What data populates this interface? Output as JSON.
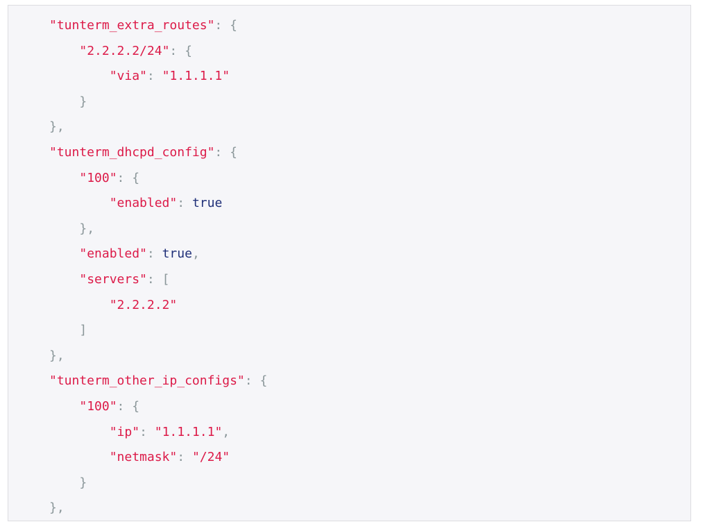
{
  "colors": {
    "key": "#dc1a48",
    "string": "#dc1a48",
    "punctuation": "#8a9699",
    "boolean": "#1f2f78",
    "background": "#f6f6f9"
  },
  "code_lines": [
    {
      "indent": 1,
      "tokens": [
        [
          "key",
          "\"tunterm_extra_routes\""
        ],
        [
          "punc",
          ": {"
        ]
      ]
    },
    {
      "indent": 2,
      "tokens": [
        [
          "key",
          "\"2.2.2.2/24\""
        ],
        [
          "punc",
          ": {"
        ]
      ]
    },
    {
      "indent": 3,
      "tokens": [
        [
          "key",
          "\"via\""
        ],
        [
          "punc",
          ": "
        ],
        [
          "str",
          "\"1.1.1.1\""
        ]
      ]
    },
    {
      "indent": 2,
      "tokens": [
        [
          "punc",
          "}"
        ]
      ]
    },
    {
      "indent": 1,
      "tokens": [
        [
          "punc",
          "},"
        ]
      ]
    },
    {
      "indent": 1,
      "tokens": [
        [
          "key",
          "\"tunterm_dhcpd_config\""
        ],
        [
          "punc",
          ": {"
        ]
      ]
    },
    {
      "indent": 2,
      "tokens": [
        [
          "key",
          "\"100\""
        ],
        [
          "punc",
          ": {"
        ]
      ]
    },
    {
      "indent": 3,
      "tokens": [
        [
          "key",
          "\"enabled\""
        ],
        [
          "punc",
          ": "
        ],
        [
          "bool",
          "true"
        ]
      ]
    },
    {
      "indent": 2,
      "tokens": [
        [
          "punc",
          "},"
        ]
      ]
    },
    {
      "indent": 2,
      "tokens": [
        [
          "key",
          "\"enabled\""
        ],
        [
          "punc",
          ": "
        ],
        [
          "bool",
          "true"
        ],
        [
          "punc",
          ","
        ]
      ]
    },
    {
      "indent": 2,
      "tokens": [
        [
          "key",
          "\"servers\""
        ],
        [
          "punc",
          ": ["
        ]
      ]
    },
    {
      "indent": 3,
      "tokens": [
        [
          "str",
          "\"2.2.2.2\""
        ]
      ]
    },
    {
      "indent": 2,
      "tokens": [
        [
          "punc",
          "]"
        ]
      ]
    },
    {
      "indent": 1,
      "tokens": [
        [
          "punc",
          "},"
        ]
      ]
    },
    {
      "indent": 1,
      "tokens": [
        [
          "key",
          "\"tunterm_other_ip_configs\""
        ],
        [
          "punc",
          ": {"
        ]
      ]
    },
    {
      "indent": 2,
      "tokens": [
        [
          "key",
          "\"100\""
        ],
        [
          "punc",
          ": {"
        ]
      ]
    },
    {
      "indent": 3,
      "tokens": [
        [
          "key",
          "\"ip\""
        ],
        [
          "punc",
          ": "
        ],
        [
          "str",
          "\"1.1.1.1\""
        ],
        [
          "punc",
          ","
        ]
      ]
    },
    {
      "indent": 3,
      "tokens": [
        [
          "key",
          "\"netmask\""
        ],
        [
          "punc",
          ": "
        ],
        [
          "str",
          "\"/24\""
        ]
      ]
    },
    {
      "indent": 2,
      "tokens": [
        [
          "punc",
          "}"
        ]
      ]
    },
    {
      "indent": 1,
      "tokens": [
        [
          "punc",
          "},"
        ]
      ]
    }
  ]
}
